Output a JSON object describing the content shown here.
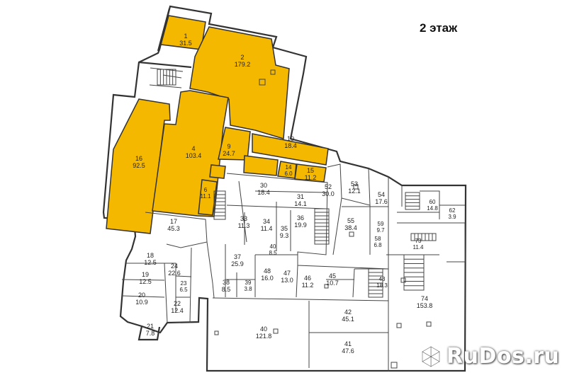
{
  "floor_title": "2 этаж",
  "colors": {
    "highlight": "#f5b800",
    "walls": "#333333",
    "background": "#ffffff"
  },
  "rooms": [
    {
      "id": "r1",
      "num": "1",
      "area": "31.5",
      "highlighted": true
    },
    {
      "id": "r2",
      "num": "2",
      "area": "179.2",
      "highlighted": true
    },
    {
      "id": "r4",
      "num": "4",
      "area": "103.4",
      "highlighted": true
    },
    {
      "id": "r6",
      "num": "6",
      "area": "11.1",
      "highlighted": true
    },
    {
      "id": "r9",
      "num": "9",
      "area": "24.7",
      "highlighted": true
    },
    {
      "id": "r10",
      "num": "10",
      "area": "18.4",
      "highlighted": true
    },
    {
      "id": "r14",
      "num": "14",
      "area": "6.0",
      "highlighted": true
    },
    {
      "id": "r15",
      "num": "15",
      "area": "11.2",
      "highlighted": true
    },
    {
      "id": "r16",
      "num": "16",
      "area": "92.5",
      "highlighted": true
    },
    {
      "id": "r17",
      "num": "17",
      "area": "45.3",
      "highlighted": false
    },
    {
      "id": "r18",
      "num": "18",
      "area": "12.5",
      "highlighted": false
    },
    {
      "id": "r19",
      "num": "19",
      "area": "12.5",
      "highlighted": false
    },
    {
      "id": "r20",
      "num": "20",
      "area": "10.9",
      "highlighted": false
    },
    {
      "id": "r21",
      "num": "21",
      "area": "7.8",
      "highlighted": false
    },
    {
      "id": "r22",
      "num": "22",
      "area": "12.4",
      "highlighted": false
    },
    {
      "id": "r23",
      "num": "23",
      "area": "6.5",
      "highlighted": false
    },
    {
      "id": "r24",
      "num": "24",
      "area": "22.6",
      "highlighted": false
    },
    {
      "id": "r30",
      "num": "30",
      "area": "18.4",
      "highlighted": false
    },
    {
      "id": "r31",
      "num": "31",
      "area": "14.1",
      "highlighted": false
    },
    {
      "id": "r33",
      "num": "33",
      "area": "11.3",
      "highlighted": false
    },
    {
      "id": "r34",
      "num": "34",
      "area": "11.4",
      "highlighted": false
    },
    {
      "id": "r35",
      "num": "35",
      "area": "9.3",
      "highlighted": false
    },
    {
      "id": "r36",
      "num": "36",
      "area": "19.9",
      "highlighted": false
    },
    {
      "id": "r37",
      "num": "37",
      "area": "25.9",
      "highlighted": false
    },
    {
      "id": "r38",
      "num": "38",
      "area": "8.5",
      "highlighted": false
    },
    {
      "id": "r39",
      "num": "39",
      "area": "3.8",
      "highlighted": false
    },
    {
      "id": "r40",
      "num": "40",
      "area": "121.8",
      "highlighted": false
    },
    {
      "id": "r41",
      "num": "41",
      "area": "47.6",
      "highlighted": false
    },
    {
      "id": "r42",
      "num": "42",
      "area": "45.1",
      "highlighted": false
    },
    {
      "id": "r45",
      "num": "45",
      "area": "10.7",
      "highlighted": false
    },
    {
      "id": "r46",
      "num": "46",
      "area": "11.2",
      "highlighted": false
    },
    {
      "id": "r47",
      "num": "47",
      "area": "13.0",
      "highlighted": false
    },
    {
      "id": "r48",
      "num": "48",
      "area": "16.0",
      "highlighted": false
    },
    {
      "id": "r52",
      "num": "52",
      "area": "30.0",
      "highlighted": false
    },
    {
      "id": "r53",
      "num": "53",
      "area": "12.1",
      "highlighted": false
    },
    {
      "id": "r54",
      "num": "54",
      "area": "17.6",
      "highlighted": false
    },
    {
      "id": "r55",
      "num": "55",
      "area": "38.4",
      "highlighted": false
    },
    {
      "id": "r58",
      "num": "58",
      "area": "6.8",
      "highlighted": false
    },
    {
      "id": "r59",
      "num": "59",
      "area": "9.7",
      "highlighted": false
    },
    {
      "id": "r60",
      "num": "60",
      "area": "14.8",
      "highlighted": false
    },
    {
      "id": "r62",
      "num": "62",
      "area": "3.9",
      "highlighted": false
    },
    {
      "id": "r73",
      "num": "73",
      "area": "11.4",
      "highlighted": false
    },
    {
      "id": "r74",
      "num": "74",
      "area": "153.8",
      "highlighted": false
    },
    {
      "id": "r40b",
      "num": "40",
      "area": "8.5",
      "highlighted": false
    },
    {
      "id": "r43",
      "num": "43",
      "area": "18.3",
      "highlighted": false
    }
  ],
  "watermark": {
    "text": "RuDos.ru",
    "logo_icon": "rudos-logo-icon"
  }
}
